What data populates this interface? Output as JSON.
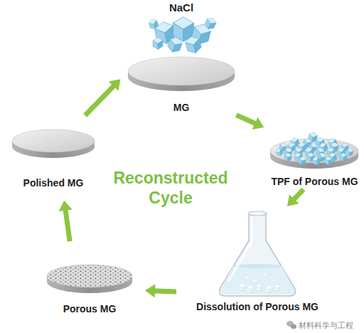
{
  "diagram": {
    "nodes": [
      {
        "text": [
          "MG"
        ]
      },
      {
        "text": [
          "TPF of Porous MG"
        ]
      },
      {
        "text": [
          "Dissolution of Porous MG"
        ]
      },
      {
        "text": [
          "Porous MG"
        ]
      },
      {
        "text": [
          "Polished MG"
        ]
      }
    ],
    "edges": [
      {
        "from": 0,
        "to": 1,
        "arrow": "to"
      },
      {
        "from": 1,
        "to": 2,
        "arrow": "to"
      },
      {
        "from": 2,
        "to": 3,
        "arrow": "to"
      },
      {
        "from": 3,
        "to": 4,
        "arrow": "to"
      },
      {
        "from": 4,
        "to": 0,
        "arrow": "to"
      }
    ],
    "labels": [
      "NaCl",
      "Reconstructed Cycle",
      "材料科学与工程"
    ]
  }
}
